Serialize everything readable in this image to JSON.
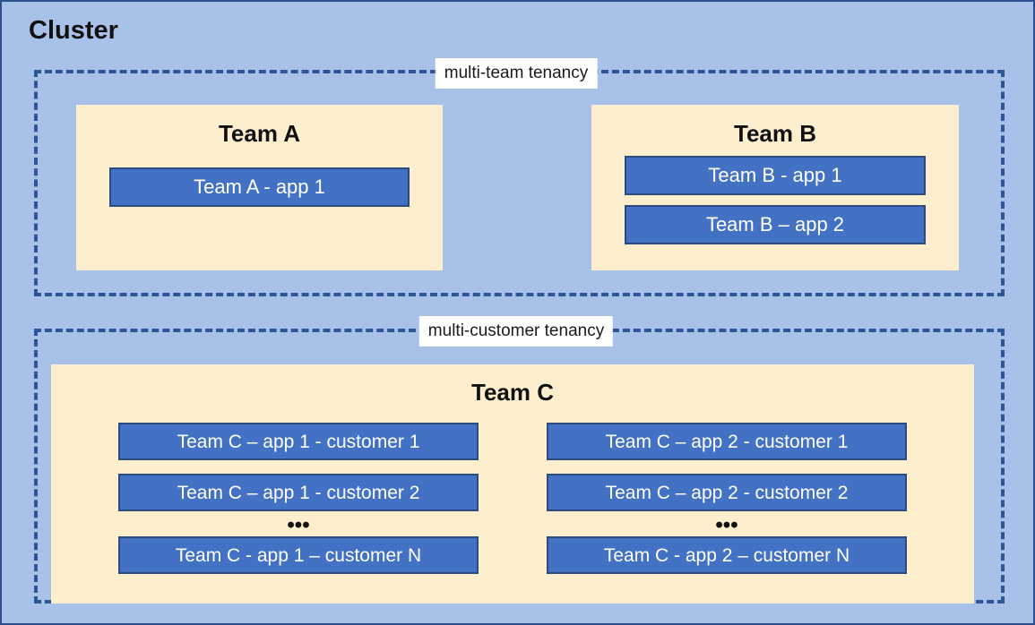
{
  "diagram": {
    "title": "Cluster",
    "colors": {
      "background": "#a7c1e8",
      "zone_border": "#2e5597",
      "team_box_fill": "#fdefcd",
      "app_fill": "#4372c4",
      "app_border": "#2b4a7d",
      "app_text": "#ffffff",
      "label_background": "#ffffff",
      "text": "#111111"
    },
    "zones": [
      {
        "id": "multi-team",
        "label": "multi-team tenancy",
        "teams": [
          {
            "id": "team-a",
            "name": "Team A",
            "apps": [
              "Team A - app 1"
            ]
          },
          {
            "id": "team-b",
            "name": "Team B",
            "apps": [
              "Team B - app 1",
              "Team B – app 2"
            ]
          }
        ]
      },
      {
        "id": "multi-customer",
        "label": "multi-customer tenancy",
        "teams": [
          {
            "id": "team-c",
            "name": "Team C",
            "columns": [
              {
                "id": "team-c-app-1",
                "apps_top": [
                  "Team C – app 1 - customer 1",
                  "Team C – app 1 - customer 2"
                ],
                "ellipsis": "•••",
                "apps_bottom": [
                  "Team C - app 1 – customer N"
                ]
              },
              {
                "id": "team-c-app-2",
                "apps_top": [
                  "Team C – app 2 - customer 1",
                  "Team C – app 2 - customer 2"
                ],
                "ellipsis": "•••",
                "apps_bottom": [
                  "Team C - app 2 – customer N"
                ]
              }
            ]
          }
        ]
      }
    ]
  }
}
